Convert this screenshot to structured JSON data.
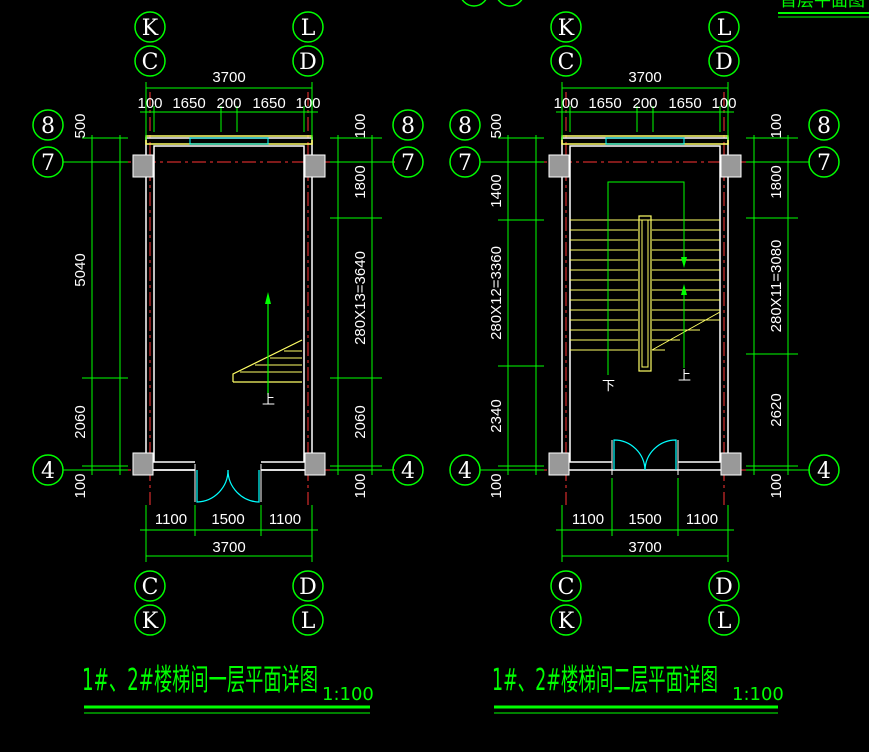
{
  "colors": {
    "background": "#000000",
    "axis_bubble": "#00ff00",
    "dimension_line": "#00ff00",
    "wall": "#ffffff",
    "stair": "#ffff66",
    "door": "#00ffff",
    "column": "#999999",
    "axis_line": "#ff3333",
    "title": "#00ff00"
  },
  "top_right_fragment": "首层平面图",
  "plans": [
    {
      "top_axes": [
        [
          "K",
          "C"
        ],
        [
          "L",
          "D"
        ]
      ],
      "bottom_axes": [
        [
          "C",
          "K"
        ],
        [
          "D",
          "L"
        ]
      ],
      "left_axes": [
        "8",
        "7",
        "4"
      ],
      "right_axes": [
        "8",
        "7",
        "4"
      ],
      "top_total": "3700",
      "top_segments": [
        "100",
        "1650",
        "200",
        "1650",
        "100"
      ],
      "bottom_segments": [
        "1100",
        "1500",
        "1100"
      ],
      "bottom_total": "3700",
      "left_dims": [
        "500",
        "5040",
        "2060",
        "100"
      ],
      "right_dims": [
        "100",
        "1800",
        "280X13=3640",
        "2060",
        "100"
      ],
      "up_label": "上",
      "title": "1#、2#楼梯间一层平面详图",
      "scale": "1:100"
    },
    {
      "top_axes": [
        [
          "K",
          "C"
        ],
        [
          "L",
          "D"
        ]
      ],
      "bottom_axes": [
        [
          "C",
          "K"
        ],
        [
          "D",
          "L"
        ]
      ],
      "left_axes": [
        "8",
        "7",
        "4"
      ],
      "right_axes": [
        "8",
        "7",
        "4"
      ],
      "top_total": "3700",
      "top_segments": [
        "100",
        "1650",
        "200",
        "1650",
        "100"
      ],
      "bottom_segments": [
        "1100",
        "1500",
        "1100"
      ],
      "bottom_total": "3700",
      "left_dims": [
        "500",
        "1400",
        "280X12=3360",
        "2340",
        "100"
      ],
      "right_dims": [
        "100",
        "1800",
        "280X11=3080",
        "2620",
        "100"
      ],
      "up_label": "上",
      "down_label": "下",
      "title": "1#、2#楼梯间二层平面详图",
      "scale": "1:100"
    }
  ]
}
